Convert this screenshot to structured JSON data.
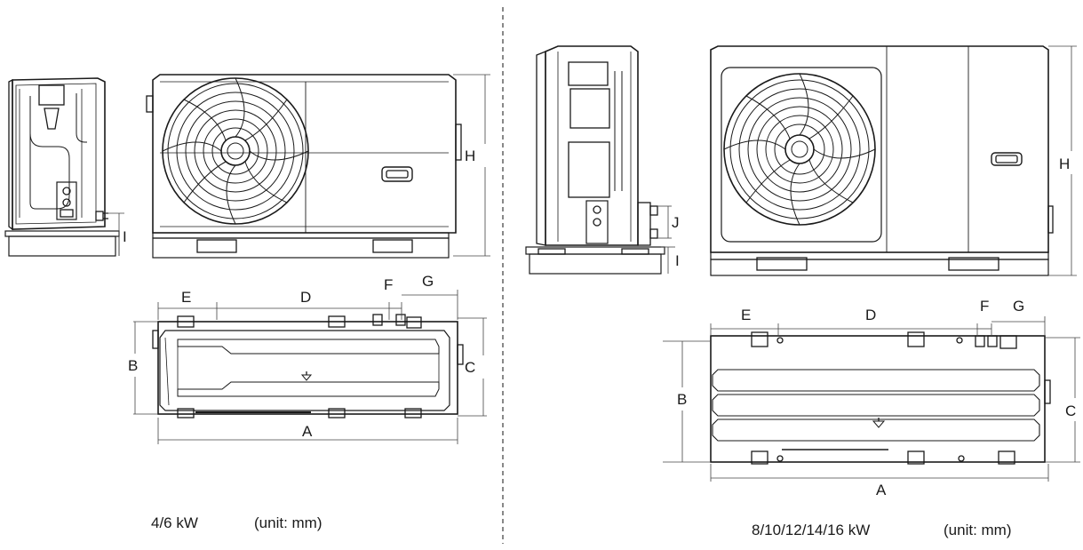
{
  "left_panel": {
    "dims": {
      "A": "A",
      "B": "B",
      "C": "C",
      "D": "D",
      "E": "E",
      "F": "F",
      "G": "G",
      "H": "H",
      "I": "I"
    },
    "caption": {
      "model": "4/6 kW",
      "unit": "(unit: mm)"
    }
  },
  "right_panel": {
    "dims": {
      "A": "A",
      "B": "B",
      "C": "C",
      "D": "D",
      "E": "E",
      "F": "F",
      "G": "G",
      "H": "H",
      "I": "I",
      "J": "J"
    },
    "caption": {
      "model": "8/10/12/14/16 kW",
      "unit": "(unit: mm)"
    }
  },
  "colors": {
    "line": "#1a1a1a",
    "dim": "#444444",
    "divider": "#555555"
  }
}
